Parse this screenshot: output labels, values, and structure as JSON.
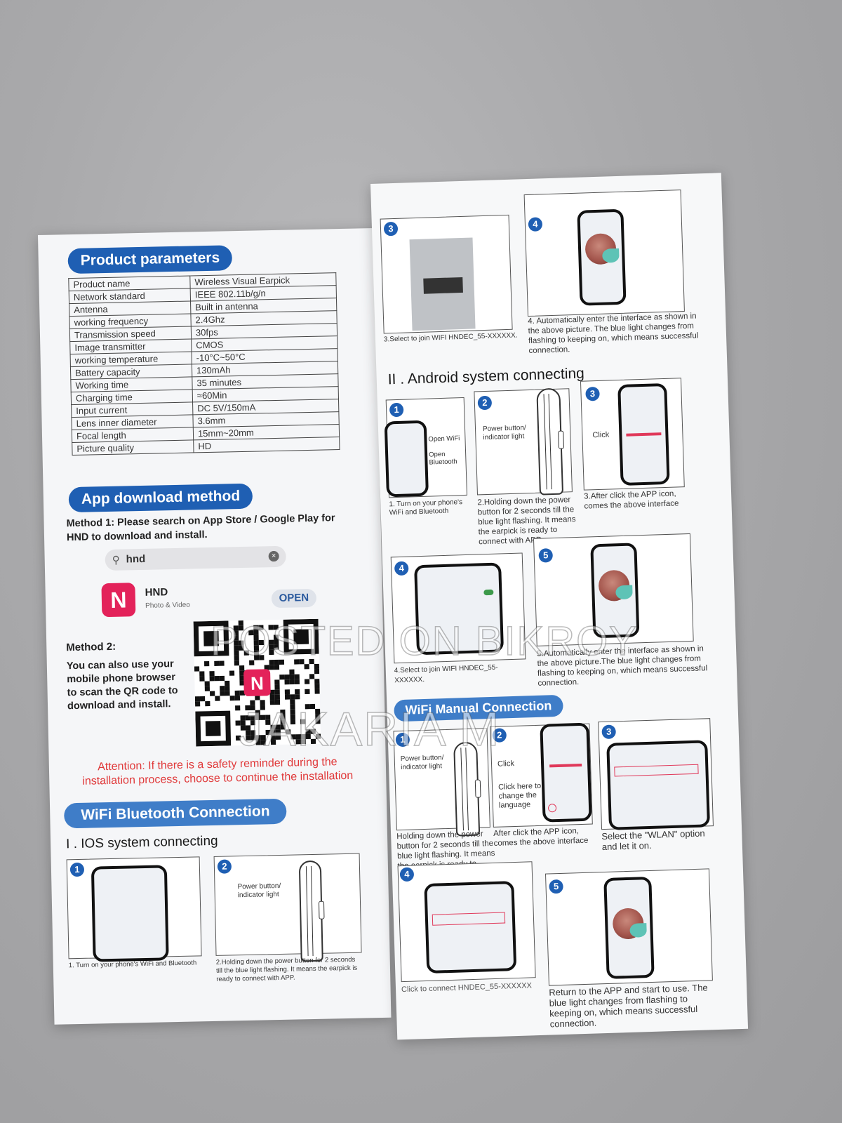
{
  "left_page": {
    "params_title": "Product parameters",
    "params": [
      {
        "name": "Product name",
        "value": "Wireless Visual Earpick"
      },
      {
        "name": "Network standard",
        "value": "IEEE 802.11b/g/n"
      },
      {
        "name": "Antenna",
        "value": "Built in antenna"
      },
      {
        "name": "working frequency",
        "value": "2.4Ghz"
      },
      {
        "name": "Transmission speed",
        "value": "30fps"
      },
      {
        "name": "Image transmitter",
        "value": "CMOS"
      },
      {
        "name": "working temperature",
        "value": "-10°C~50°C"
      },
      {
        "name": "Battery capacity",
        "value": "130mAh"
      },
      {
        "name": "Working time",
        "value": "35 minutes"
      },
      {
        "name": "Charging time",
        "value": "≈60Min"
      },
      {
        "name": "Input current",
        "value": "DC 5V/150mA"
      },
      {
        "name": "Lens inner diameter",
        "value": "3.6mm"
      },
      {
        "name": "Focal length",
        "value": "15mm~20mm"
      },
      {
        "name": "Picture quality",
        "value": "HD"
      }
    ],
    "download_title": "App download method",
    "method1_line1": "Method 1:  Please search on App Store / Google Play for",
    "method1_line2": "HND  to download and install.",
    "search_text": "hnd",
    "app_name": "HND",
    "app_sub": "Photo & Video",
    "app_letter": "N",
    "open_label": "OPEN",
    "method2_title": "Method 2:",
    "method2_lines": [
      "You can also use your",
      "mobile phone browser",
      "to scan the QR code to",
      "download and install."
    ],
    "attention_line1": "Attention: If there is a safety reminder during the",
    "attention_line2": "installation process, choose to continue the installation",
    "wifi_bt_title": "WiFi Bluetooth Connection",
    "ios_title": "I . IOS system connecting",
    "ios_step1_caption": "1. Turn on your phone's WiFi and Bluetooth",
    "ios_step2_label": "Power button/ indicator light",
    "ios_step2_caption": "2.Holding down the power button for 2 seconds till the blue light flashing. It means the earpick is ready to connect with APP."
  },
  "right_page": {
    "step3_caption": "3.Select to join WIFI HNDEC_55-XXXXXX.",
    "step4_caption": "4. Automatically enter the interface as shown in the above picture. The blue light changes from flashing to keeping on, which means successful connection.",
    "android_title": "II . Android system connecting",
    "a_step1_open_wifi": "Open WiFi",
    "a_step1_open_bt": "Open Bluetooth",
    "a_step1_caption": "1. Turn on your phone's WiFi and Bluetooth",
    "a_step2_label": "Power button/ indicator light",
    "a_step2_caption": "2.Holding down the power button for 2 seconds till the blue light flashing. It means the earpick is ready to connect with APP.",
    "a_step3_click": "Click",
    "a_step3_caption": "3.After click the APP icon, comes the above interface",
    "a_step4_caption": "4.Select to join WIFI HNDEC_55-XXXXXX.",
    "a_step5_caption": "5.Automatically enter the interface as shown in the above picture.The blue light changes from flashing to keeping on, which means successful connection.",
    "manual_title": "WiFi Manual Connection",
    "m_step1_label": "Power button/ indicator light",
    "m_step1_caption": "Holding down the power button for 2 seconds till the blue light flashing. It means the earpick is ready to connect with APP.",
    "m_step2_click": "Click",
    "m_step2_lang": "Click here to change the language",
    "m_step2_caption": "After click the APP icon, comes the above interface",
    "m_step3_caption": "Select the \"WLAN\" option and let it on.",
    "m_step4_caption": "Click to connect HNDEC_55-XXXXXX",
    "m_step5_caption": "Return to the APP and start to use. The blue light changes from flashing to keeping on, which means successful connection."
  },
  "watermark": {
    "line1": "POSTED ON BIKROY",
    "line2": "JAKARIA M"
  },
  "colors": {
    "accent": "#1f5fb3",
    "attention": "#e0393a",
    "app_icon": "#e3225a"
  }
}
